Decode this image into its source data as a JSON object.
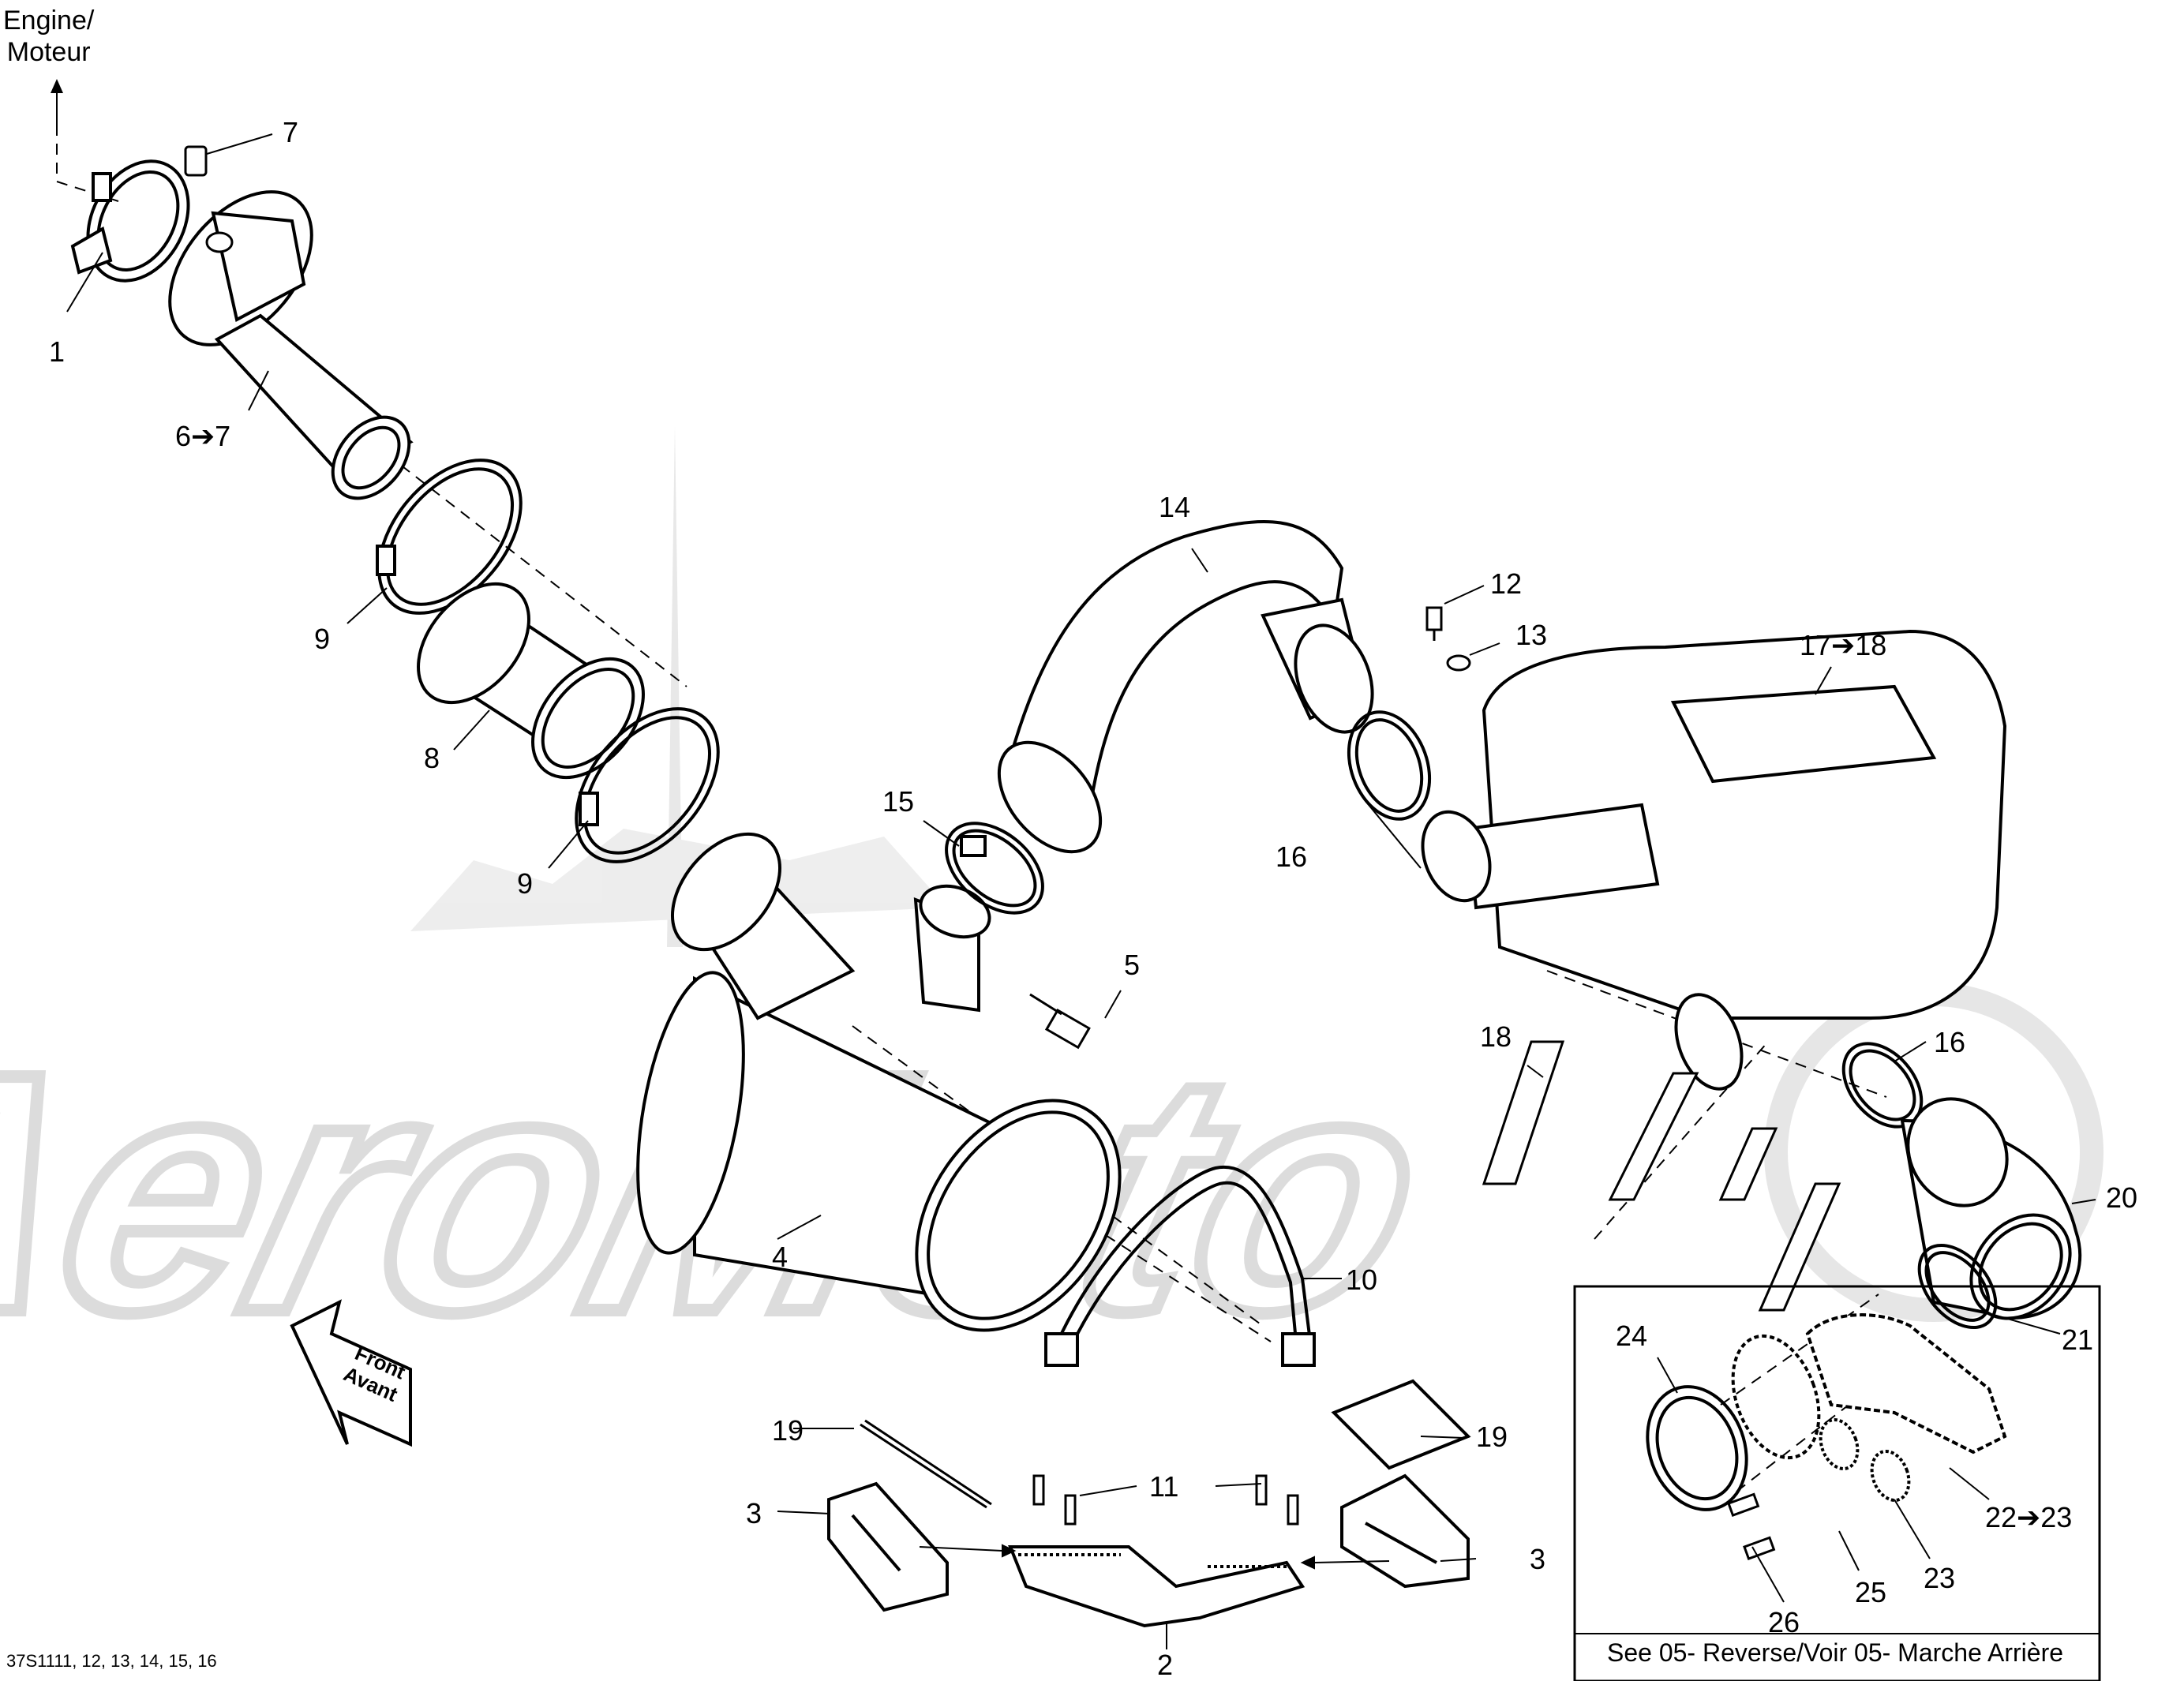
{
  "figure": {
    "code_line": "37S1111, 12, 13, 14, 15, 16",
    "direction_top": {
      "line1": "Engine/",
      "line2": "Moteur"
    },
    "front_arrow": {
      "line1": "Front",
      "line2": "Avant"
    },
    "inset_caption": "See 05- Reverse/Voir 05- Marche Arrière",
    "watermark": "AeroMoto",
    "callouts": {
      "c1": "1",
      "c2": "2",
      "c3a": "3",
      "c3b": "3",
      "c4": "4",
      "c5": "5",
      "c6": "6➔7",
      "c7": "7",
      "c8": "8",
      "c9a": "9",
      "c9b": "9",
      "c10": "10",
      "c11": "11",
      "c12": "12",
      "c13": "13",
      "c14": "14",
      "c15": "15",
      "c16a": "16",
      "c16b": "16",
      "c17": "17➔18",
      "c18": "18",
      "c19a": "19",
      "c19b": "19",
      "c20": "20",
      "c21": "21",
      "c22": "22➔23",
      "c23": "23",
      "c24": "24",
      "c25": "25",
      "c26": "26"
    }
  }
}
